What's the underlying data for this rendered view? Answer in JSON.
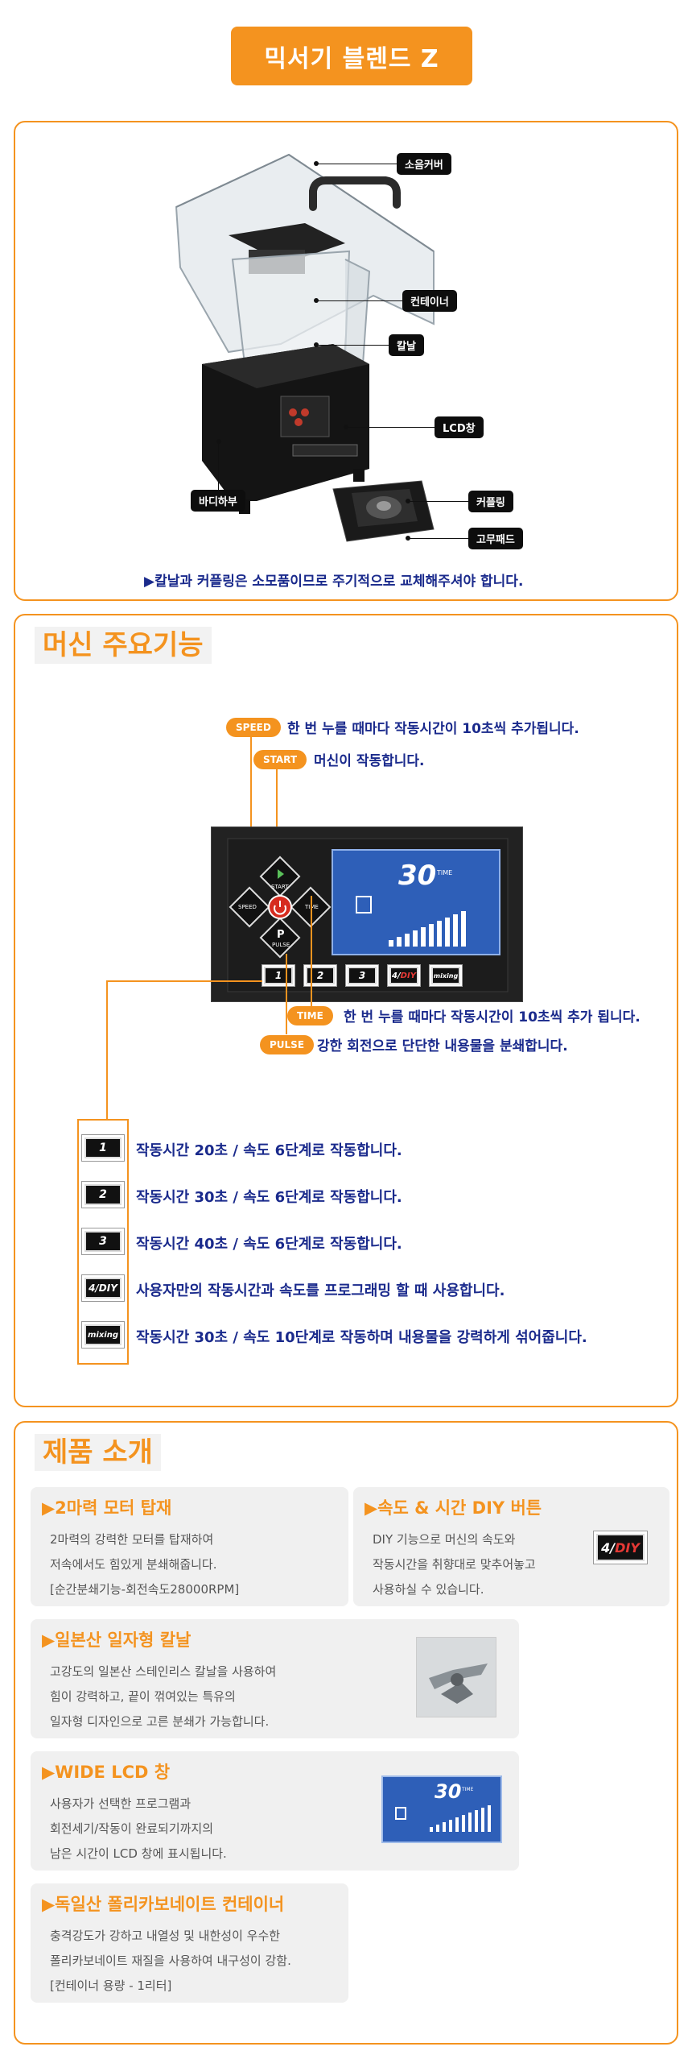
{
  "header": {
    "title": "믹서기 블렌드 Z"
  },
  "parts": {
    "labels": {
      "cover": "소음커버",
      "container": "컨테이너",
      "blade": "칼날",
      "lcd": "LCD창",
      "coupling": "커플링",
      "body": "바디하부",
      "pad": "고무패드"
    },
    "note": "▶칼날과 커플링은 소모품이므로 주기적으로 교체해주셔야 합니다."
  },
  "features": {
    "title": "머신 주요기능",
    "speed": {
      "label": "SPEED",
      "desc": "한 번 누를 때마다 작동시간이 10초씩 추가됩니다."
    },
    "start": {
      "label": "START",
      "desc": "머신이 작동합니다."
    },
    "time": {
      "label": "TIME",
      "desc": "한 번 누를 때마다 작동시간이 10초씩 추가 됩니다."
    },
    "pulse": {
      "label": "PULSE",
      "desc": "강한 회전으로 단단한 내용물을 분쇄합니다."
    },
    "panel": {
      "lcd_value": "30",
      "lcd_unit": "TIME",
      "btn_start": "START",
      "btn_speed": "SPEED",
      "btn_time": "TIME",
      "btn_p": "P",
      "btn_pulse": "PULSE",
      "keys": [
        "1",
        "2",
        "3",
        "4",
        "DIY",
        "mixing"
      ]
    },
    "presets": [
      {
        "key": "1",
        "desc": "작동시간 20초 / 속도 6단계로 작동합니다."
      },
      {
        "key": "2",
        "desc": "작동시간 30초 / 속도 6단계로 작동합니다."
      },
      {
        "key": "3",
        "desc": "작동시간 40초 / 속도 6단계로 작동합니다."
      },
      {
        "key": "4/DIY",
        "desc": "사용자만의 작동시간과 속도를 프로그래밍 할 때 사용합니다."
      },
      {
        "key": "mixing",
        "desc": "작동시간 30초 / 속도 10단계로 작동하며 내용물을 강력하게 섞어줍니다."
      }
    ]
  },
  "intro": {
    "title": "제품 소개",
    "cards": [
      {
        "title": "▶2마력 모터 탑재",
        "lines": [
          "2마력의 강력한 모터를 탑재하여",
          "저속에서도 힘있게 분쇄해줍니다.",
          "[순간분쇄기능-회전속도28000RPM]"
        ]
      },
      {
        "title": "▶속도 & 시간 DIY 버튼",
        "lines": [
          "DIY 기능으로 머신의 속도와",
          "작동시간을 취향대로 맞추어놓고",
          "사용하실 수 있습니다."
        ],
        "badge_num": "4",
        "badge_txt": "DIY"
      },
      {
        "title": "▶일본산 일자형 칼날",
        "lines": [
          "고강도의 일본산 스테인리스 칼날을 사용하여",
          "힘이 강력하고, 끝이 꺾여있는 특유의",
          "일자형 디자인으로 고른 분쇄가 가능합니다."
        ]
      },
      {
        "title": "▶WIDE LCD 창",
        "lines": [
          "사용자가 선택한 프로그램과",
          "회전세기/작동이 완료되기까지의",
          "남은 시간이 LCD 창에 표시됩니다."
        ],
        "lcd_value": "30",
        "lcd_unit": "TIME"
      },
      {
        "title": "▶독일산 폴리카보네이트 컨테이너",
        "lines": [
          "충격강도가 강하고 내열성 및 내한성이 우수한",
          "폴리카보네이트 재질을 사용하여 내구성이 강함.",
          "[컨테이너 용량 - 1리터]"
        ]
      }
    ]
  }
}
